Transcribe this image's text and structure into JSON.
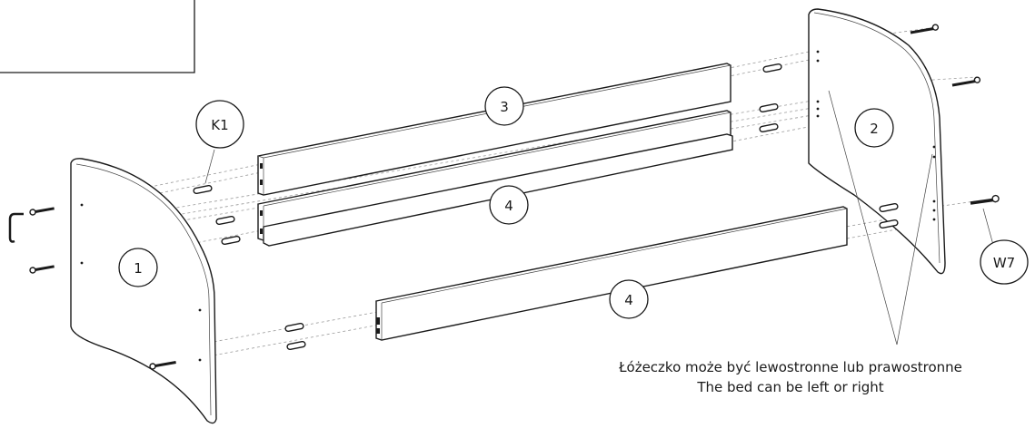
{
  "callouts": {
    "k1": "K1",
    "part1": "1",
    "part2": "2",
    "part3": "3",
    "part4_upper": "4",
    "part4_lower": "4",
    "w7": "W7"
  },
  "note": {
    "line1": "Łóżeczko może być lewostronne lub prawostronne",
    "line2": "The bed can be left or right"
  },
  "colors": {
    "stroke": "#1a1a1a",
    "background": "#ffffff"
  }
}
